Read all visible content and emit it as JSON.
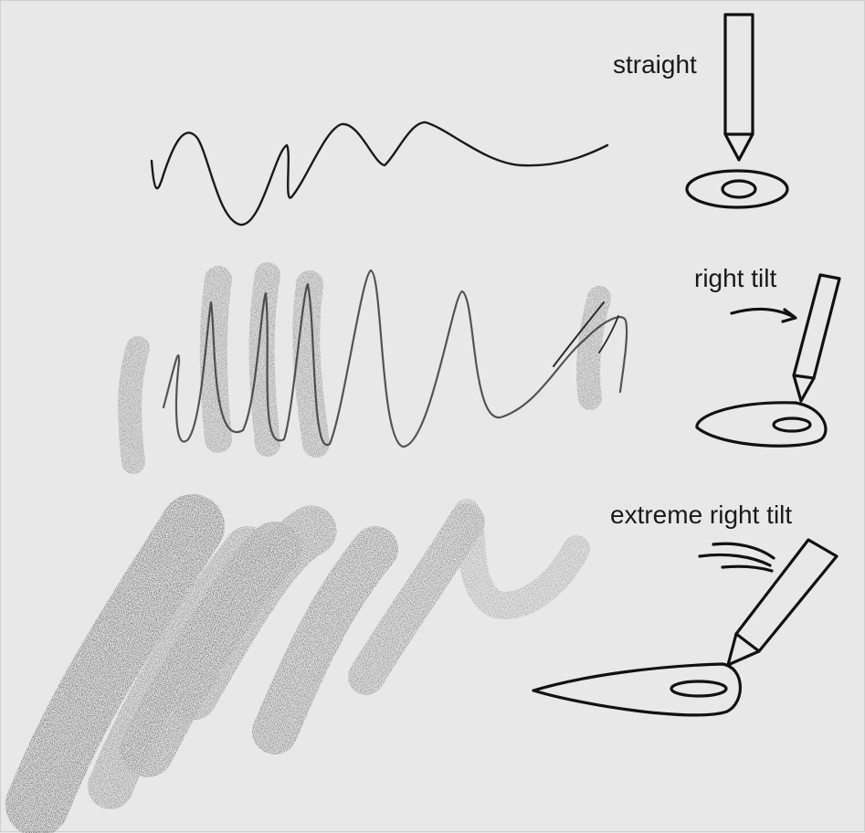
{
  "labels": {
    "straight": "straight",
    "right_tilt": "right tilt",
    "extreme_right_tilt": "extreme right tilt"
  },
  "colors": {
    "background": "#e8e8e8",
    "ink": "#1a1a1a",
    "graphite": "#4a4a4a"
  },
  "icons": {
    "straight": "pencil-upright-icon",
    "right_tilt": "pencil-tilted-icon",
    "extreme_right_tilt": "pencil-extreme-tilt-icon"
  }
}
